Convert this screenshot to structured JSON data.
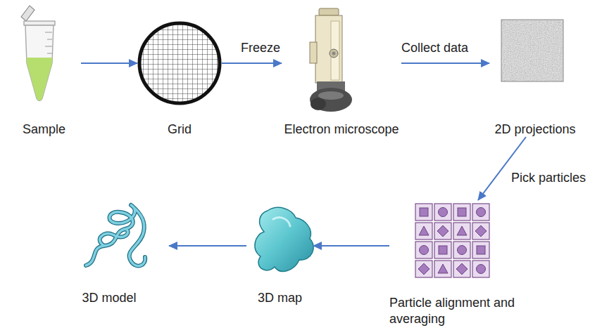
{
  "diagram": {
    "nodes": [
      {
        "text": [
          "Sample"
        ]
      },
      {
        "text": [
          "Grid"
        ]
      },
      {
        "text": [
          "Electron microscope"
        ]
      },
      {
        "text": [
          "2D projections"
        ]
      },
      {
        "text": [
          "Particle alignment and averaging"
        ]
      },
      {
        "text": [
          "3D map"
        ]
      },
      {
        "text": [
          "3D model"
        ]
      }
    ],
    "edges": [
      {
        "from": 0,
        "to": 1,
        "arrow": "to"
      },
      {
        "from": 1,
        "to": 2,
        "label": "Freeze",
        "arrow": "to"
      },
      {
        "from": 2,
        "to": 3,
        "label": "Collect data",
        "arrow": "to"
      },
      {
        "from": 3,
        "to": 4,
        "label": "Pick particles",
        "arrow": "to"
      },
      {
        "from": 4,
        "to": 5,
        "arrow": "to"
      },
      {
        "from": 5,
        "to": 6,
        "arrow": "to"
      }
    ]
  }
}
